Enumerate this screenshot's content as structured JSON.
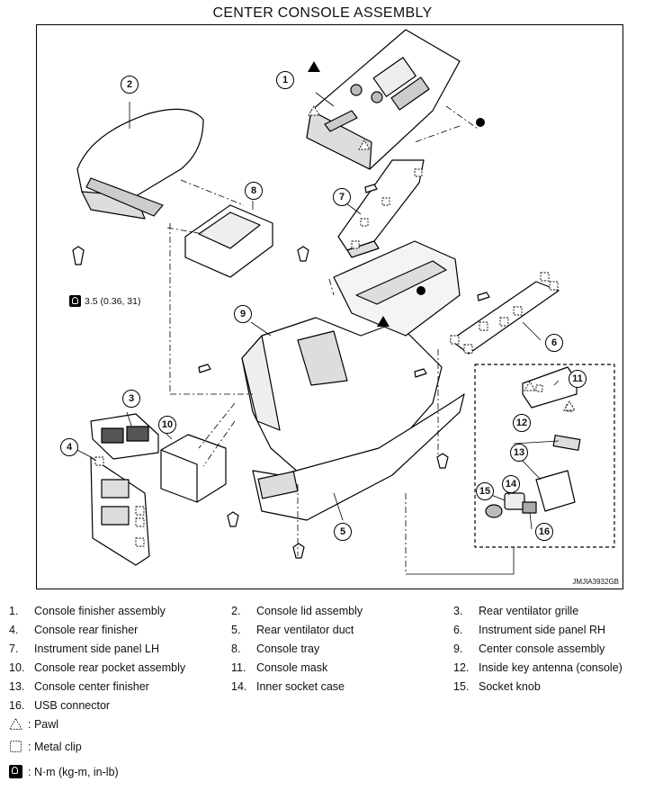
{
  "title": "CENTER CONSOLE ASSEMBLY",
  "figure_code": "JMJIA3932GB",
  "torque_spec": "3.5 (0.36, 31)",
  "callouts": [
    "1",
    "2",
    "3",
    "4",
    "5",
    "6",
    "7",
    "8",
    "9",
    "10",
    "11",
    "12",
    "13",
    "14",
    "15",
    "16"
  ],
  "parts": [
    {
      "num": "1.",
      "name": "Console finisher assembly"
    },
    {
      "num": "2.",
      "name": "Console lid assembly"
    },
    {
      "num": "3.",
      "name": "Rear ventilator grille"
    },
    {
      "num": "4.",
      "name": "Console rear finisher"
    },
    {
      "num": "5.",
      "name": "Rear ventilator duct"
    },
    {
      "num": "6.",
      "name": "Instrument side panel RH"
    },
    {
      "num": "7.",
      "name": "Instrument side panel LH"
    },
    {
      "num": "8.",
      "name": "Console tray"
    },
    {
      "num": "9.",
      "name": "Center console assembly"
    },
    {
      "num": "10.",
      "name": "Console rear pocket assembly"
    },
    {
      "num": "11.",
      "name": "Console mask"
    },
    {
      "num": "12.",
      "name": "Inside key antenna (console)"
    },
    {
      "num": "13.",
      "name": "Console center finisher"
    },
    {
      "num": "14.",
      "name": "Inner socket case"
    },
    {
      "num": "15.",
      "name": "Socket knob"
    },
    {
      "num": "16.",
      "name": "USB connector"
    }
  ],
  "symbols": {
    "pawl": ": Pawl",
    "metal_clip": ": Metal clip",
    "torque": ": N·m (kg-m, in-lb)"
  }
}
